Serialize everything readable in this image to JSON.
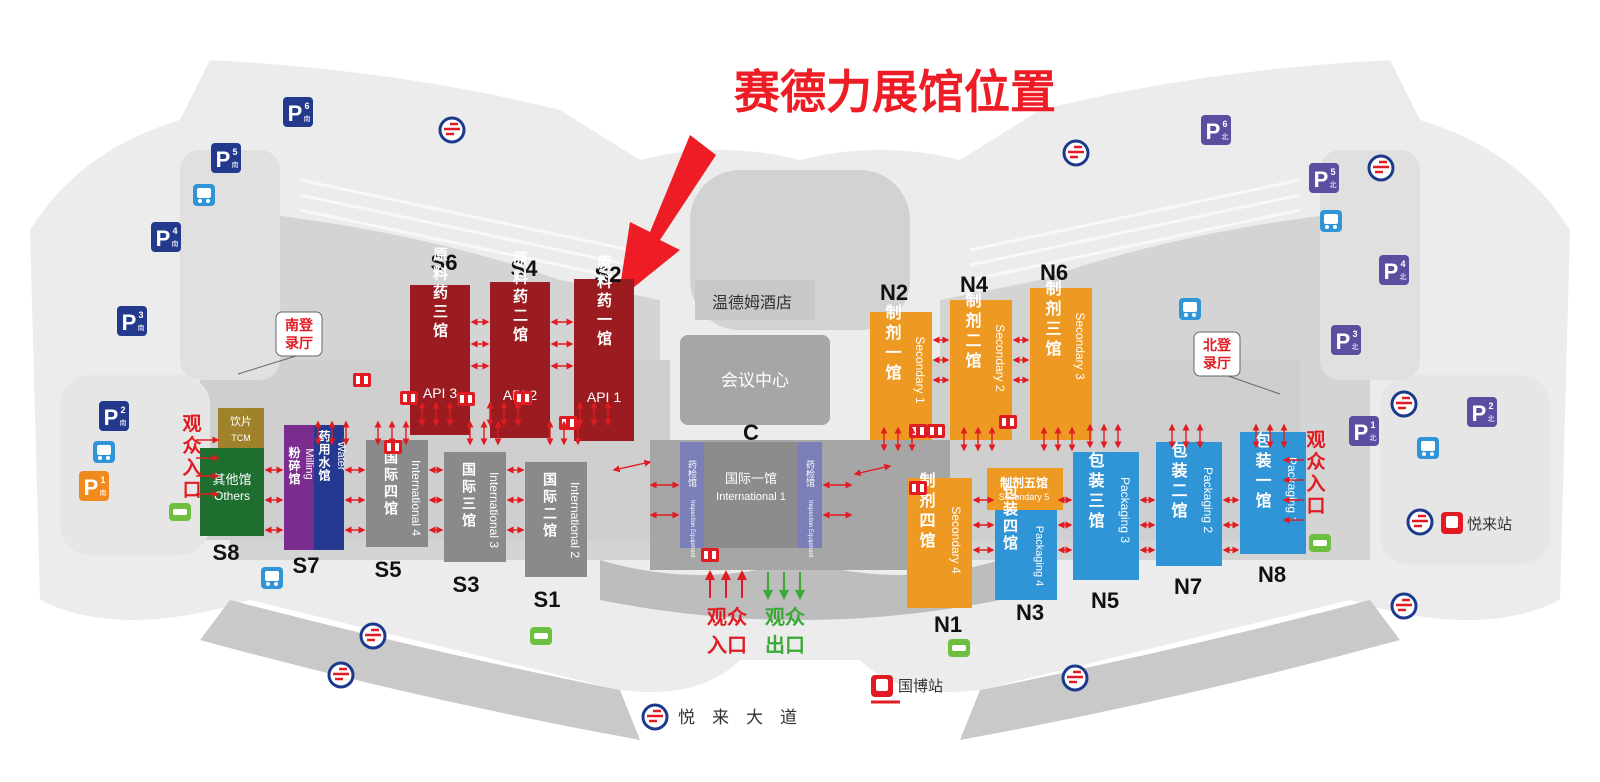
{
  "title": "赛德力展馆位置",
  "hotel": "温德姆酒店",
  "conference": "会议中心",
  "central_hall": {
    "code": "C",
    "cn": "国际一馆",
    "en": "International 1",
    "side_cn": "药检馆",
    "side_en": "Inspection Equipment"
  },
  "registration": {
    "south": [
      "南登",
      "录厅"
    ],
    "north": [
      "北登",
      "录厅"
    ]
  },
  "entrance": {
    "south_side": [
      "观",
      "众",
      "入",
      "口"
    ],
    "north_side": [
      "观",
      "众",
      "入",
      "口"
    ]
  },
  "center_gate": {
    "in": [
      "观众",
      "入口"
    ],
    "out": [
      "观众",
      "出口"
    ]
  },
  "road": "悦　来　大　道",
  "stations": {
    "yuelai": "悦来站",
    "guobo": "国博站"
  },
  "halls_south_top": [
    {
      "code": "S6",
      "cn": "原料药三馆",
      "en": "API 3"
    },
    {
      "code": "S4",
      "cn": "原料药二馆",
      "en": "API 2"
    },
    {
      "code": "S2",
      "cn": "原料药一馆",
      "en": "API 1"
    }
  ],
  "halls_south_bottom": [
    {
      "code": "S8",
      "cn_top": "饮片",
      "en_top": "TCM",
      "cn": "其他馆",
      "en": "Others"
    },
    {
      "code": "S7",
      "cn_a": "粉碎馆",
      "en_a": "Milling",
      "cn_b": "药用水馆",
      "en_b": "Water"
    },
    {
      "code": "S5",
      "cn": "国际四馆",
      "en": "International 4"
    },
    {
      "code": "S3",
      "cn": "国际三馆",
      "en": "International 3"
    },
    {
      "code": "S1",
      "cn": "国际二馆",
      "en": "International 2"
    }
  ],
  "halls_north_top": [
    {
      "code": "N2",
      "cn": "制剂一馆",
      "en": "Secondary 1"
    },
    {
      "code": "N4",
      "cn": "制剂二馆",
      "en": "Secondary 2"
    },
    {
      "code": "N6",
      "cn": "制剂三馆",
      "en": "Secondary 3"
    }
  ],
  "halls_north_bottom": [
    {
      "code": "N1",
      "cn": "制剂四馆",
      "en": "Secondary 4"
    },
    {
      "code": "N3",
      "cn_top": "制剂五馆",
      "en_top": "Secondary 5",
      "cn": "包装四馆",
      "en": "Packaging 4"
    },
    {
      "code": "N5",
      "cn": "包装三馆",
      "en": "Packaging 3"
    },
    {
      "code": "N7",
      "cn": "包装二馆",
      "en": "Packaging 2"
    },
    {
      "code": "N8",
      "cn": "包装一馆",
      "en": "Packaging 1"
    }
  ],
  "parking_south": [
    {
      "num": "6",
      "side": "南"
    },
    {
      "num": "5",
      "side": "南"
    },
    {
      "num": "4",
      "side": "南"
    },
    {
      "num": "3",
      "side": "南"
    },
    {
      "num": "2",
      "side": "南"
    },
    {
      "num": "1",
      "side": "南"
    }
  ],
  "parking_north": [
    {
      "num": "6",
      "side": "北"
    },
    {
      "num": "5",
      "side": "北"
    },
    {
      "num": "4",
      "side": "北"
    },
    {
      "num": "3",
      "side": "北"
    },
    {
      "num": "2",
      "side": "北"
    },
    {
      "num": "1",
      "side": "北"
    }
  ],
  "colors": {
    "api": "#9b1c20",
    "international": "#8a8a8a",
    "secondary": "#ee9a22",
    "packaging": "#2f95d6",
    "others": "#1e6e30",
    "tcm": "#a0822a",
    "milling": "#7b2d8f",
    "water": "#24398f",
    "parking_south": "#233a8c",
    "parking_north": "#5b4ea0",
    "title_red": "#ee1c24",
    "ground": "#d9d9d9"
  },
  "icons": [
    "parking-icon",
    "bus-icon",
    "car-icon",
    "metro-icon",
    "toilet-icon",
    "arrow-icon"
  ]
}
